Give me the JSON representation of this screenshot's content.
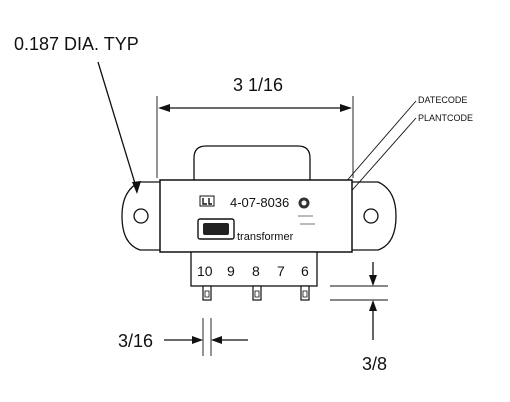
{
  "labels": {
    "hole_diameter": "0.187 DIA. TYP",
    "overall_width": "3 1/16",
    "datecode": "DATECODE",
    "plantcode": "PLANTCODE",
    "part_number": "4-07-8036",
    "brand": "transformer",
    "pin_spacing": "3/16",
    "pin_length": "3/8"
  },
  "pins": [
    "10",
    "9",
    "8",
    "7",
    "6"
  ]
}
